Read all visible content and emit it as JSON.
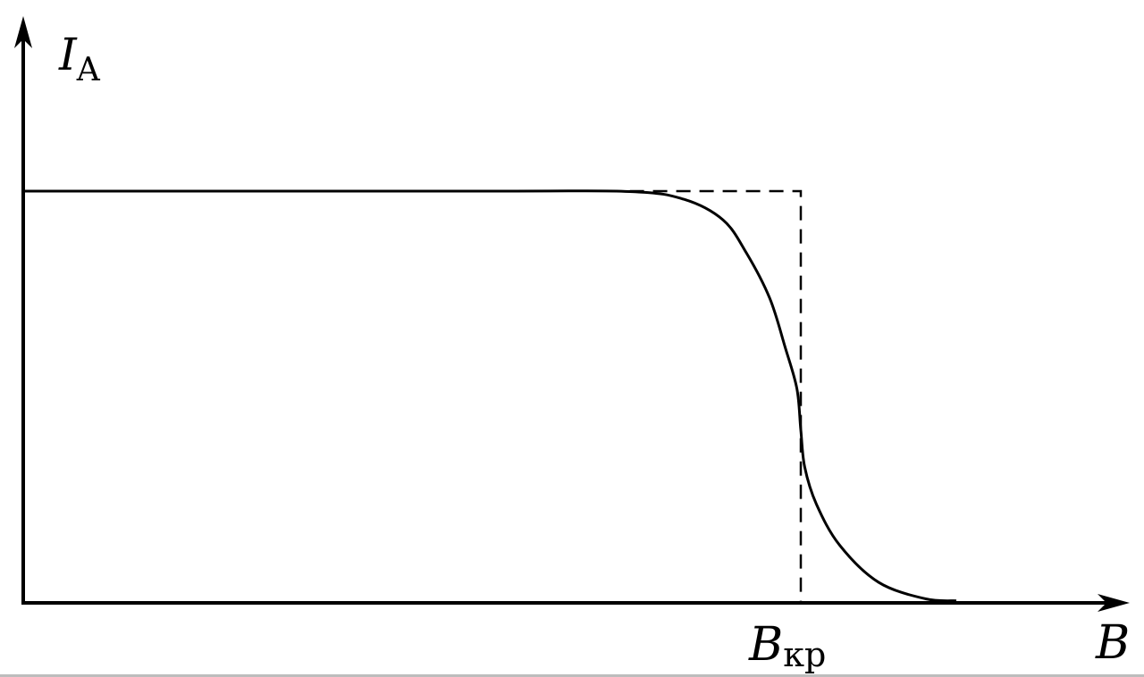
{
  "chart_data": {
    "type": "line",
    "title": "",
    "ylabel": "I",
    "ylabel_subscript": "A",
    "xlabel": "B",
    "ticks": [
      {
        "label": "B",
        "subscript": "кр",
        "x": 1.0
      }
    ],
    "xlim": [
      0,
      1.4
    ],
    "ylim": [
      0,
      1.15
    ],
    "grid": false,
    "legend": "none",
    "series": [
      {
        "style": "solid",
        "x": [
          0,
          0.6,
          0.78,
          0.85,
          0.9,
          0.93,
          0.96,
          0.98,
          0.995,
          1.0,
          1.005,
          1.02,
          1.05,
          1.1,
          1.16,
          1.2
        ],
        "y": [
          1.0,
          1.0,
          0.999,
          0.98,
          0.93,
          0.85,
          0.74,
          0.62,
          0.52,
          0.42,
          0.33,
          0.24,
          0.14,
          0.05,
          0.01,
          0.005
        ]
      },
      {
        "style": "dashed",
        "x": [
          0.78,
          1.0,
          1.0
        ],
        "y": [
          1.0,
          1.0,
          0
        ]
      }
    ],
    "colors": {
      "line": "#000000",
      "background": "#ffffff"
    }
  }
}
